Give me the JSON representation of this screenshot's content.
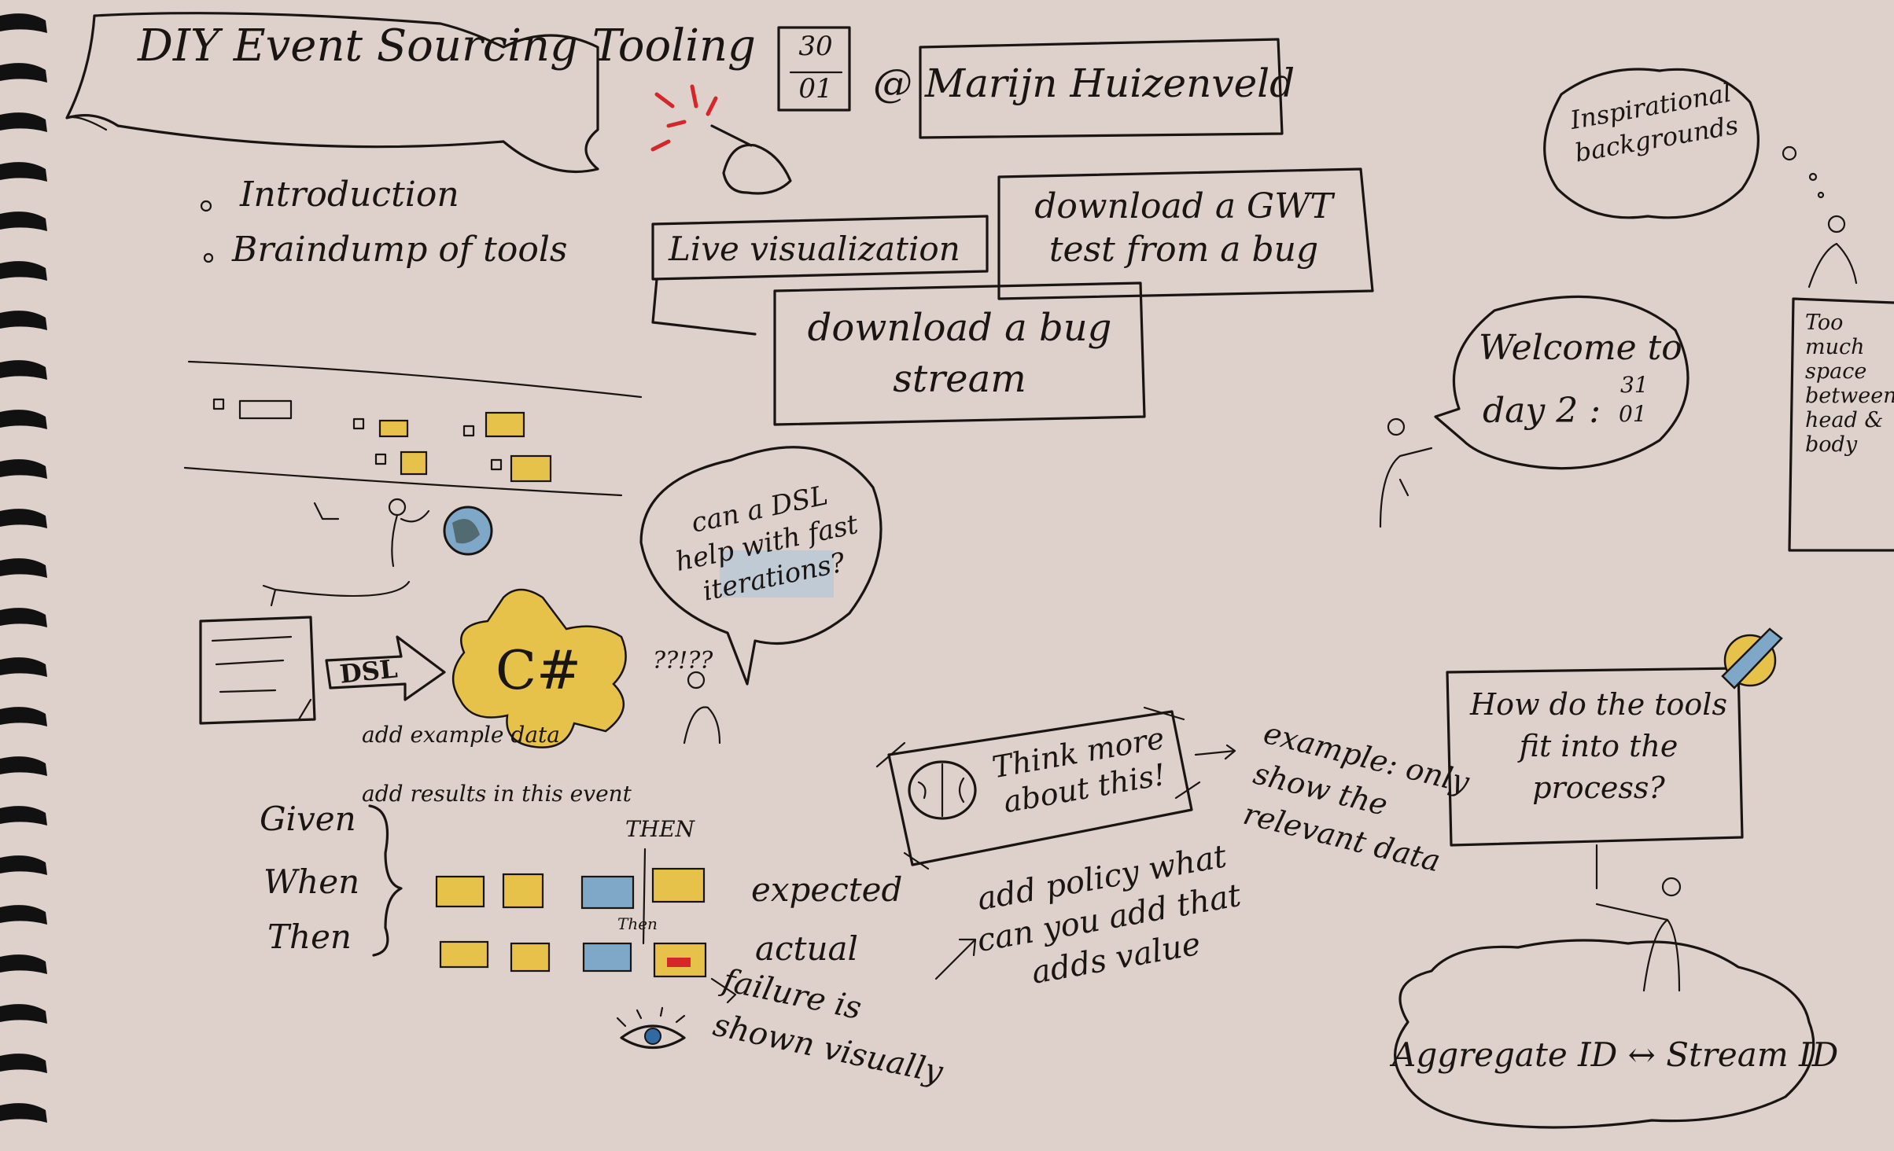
{
  "title": {
    "text": "DIY Event Sourcing Tooling",
    "date_day": "30",
    "date_month": "01",
    "speaker": "@ Marijn Huizenveld"
  },
  "agenda": [
    "Introduction",
    "Braindump of tools"
  ],
  "boxes": {
    "live_visualization": "Live visualization",
    "download_gwt": "download a GWT test from a bug",
    "download_stream": "download a bug stream"
  },
  "welcome": {
    "line1": "Welcome to",
    "line2": "day 2 :",
    "day": "31",
    "month": "01"
  },
  "inspirational": "Inspirational backgrounds",
  "too_much_space": "Too much space between head & body",
  "dsl_question": "can a DSL help with fast iterations?",
  "pipeline": {
    "dsl_label": "DSL",
    "csharp_label": "C#",
    "confusion": "??!??"
  },
  "dsl_notes": [
    "add example data",
    "add results in this event"
  ],
  "gwt": {
    "given": "Given",
    "when": "When",
    "then": "Then",
    "then_header": "THEN",
    "then_small": "Then"
  },
  "row_labels": {
    "expected": "expected",
    "actual": "actual"
  },
  "failure_note": "failure is shown visually",
  "think_more": "Think more about this!",
  "example_note": "example: only show the relevant data",
  "policy_note": "add policy what can you add that adds value",
  "tools_question": "How do the tools fit into the process?",
  "aggregate_note": "Aggregate ID ↔ Stream ID",
  "colors": {
    "paper": "#ded1cb",
    "ink": "#1a1512",
    "sticky_yellow": "#e6c24a",
    "sticky_blue": "#7fa7c8",
    "accent_red": "#d5272a"
  }
}
